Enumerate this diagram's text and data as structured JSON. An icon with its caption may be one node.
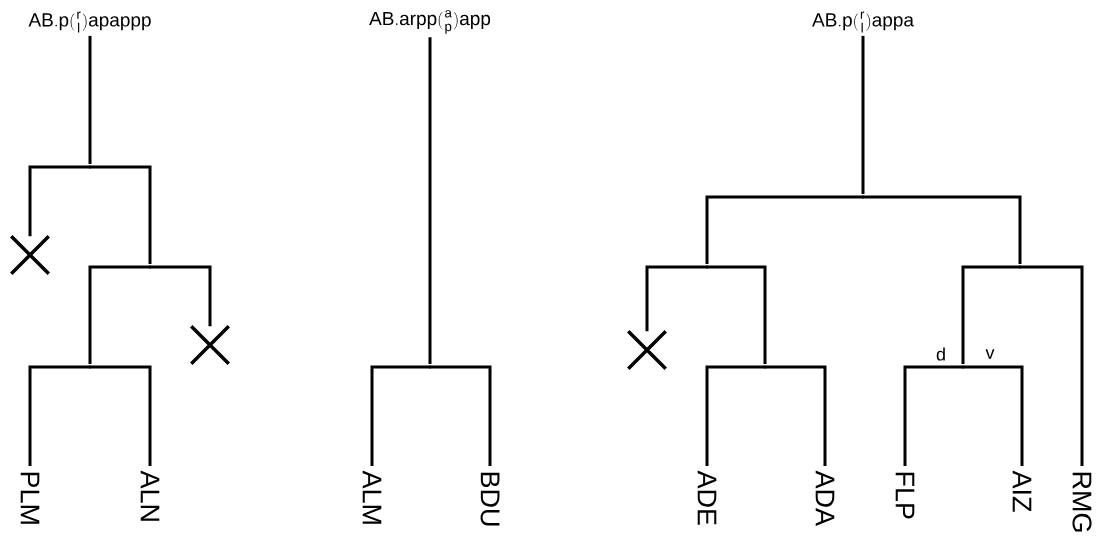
{
  "diagram": {
    "nodes": [
      {
        "text": [
          "\\mathsf{AB.p(}\\genfrac{}{}{0pt}{1}{\\mathsf{r}}{\\mathsf{l}}\\mathsf{)apappp}"
        ]
      },
      {
        "text": [],
        "shape": "point"
      },
      {
        "text": [],
        "shape": "cross"
      },
      {
        "text": [],
        "shape": "point"
      },
      {
        "text": [],
        "shape": "point"
      },
      {
        "text": [
          "PLM"
        ]
      },
      {
        "text": [
          "ALN"
        ]
      },
      {
        "text": [],
        "shape": "cross"
      },
      {
        "text": [
          "\\mathsf{AB.arpp(}\\genfrac{}{}{0pt}{1}{\\mathsf{a}}{\\mathsf{p}}\\mathsf{)app}"
        ]
      },
      {
        "text": [],
        "shape": "point"
      },
      {
        "text": [
          "ALM"
        ]
      },
      {
        "text": [
          "BDU"
        ]
      },
      {
        "text": [
          "\\mathsf{AB.p(}\\genfrac{}{}{0pt}{1}{\\mathsf{r}}{\\mathsf{l}}\\mathsf{)appa}"
        ]
      },
      {
        "text": [],
        "shape": "point"
      },
      {
        "text": [],
        "shape": "point"
      },
      {
        "text": [],
        "shape": "cross"
      },
      {
        "text": [],
        "shape": "point"
      },
      {
        "text": [
          "ADE"
        ]
      },
      {
        "text": [
          "ADA"
        ]
      },
      {
        "text": [],
        "shape": "point"
      },
      {
        "text": [],
        "shape": "point",
        "beside": [
          "d",
          "v"
        ]
      },
      {
        "text": [
          "FLP"
        ]
      },
      {
        "text": [
          "AIZ"
        ]
      },
      {
        "text": [
          "RMG"
        ]
      }
    ],
    "edges": [
      {
        "from": 0,
        "to": 1,
        "arrow": "none"
      },
      {
        "from": 1,
        "to": 2,
        "arrow": "none"
      },
      {
        "from": 1,
        "to": 3,
        "arrow": "none"
      },
      {
        "from": 3,
        "to": 4,
        "arrow": "none"
      },
      {
        "from": 4,
        "to": 5,
        "arrow": "none"
      },
      {
        "from": 4,
        "to": 6,
        "arrow": "none"
      },
      {
        "from": 3,
        "to": 7,
        "arrow": "none"
      },
      {
        "from": 8,
        "to": 9,
        "arrow": "none"
      },
      {
        "from": 9,
        "to": 10,
        "arrow": "none"
      },
      {
        "from": 9,
        "to": 11,
        "arrow": "none"
      },
      {
        "from": 12,
        "to": 13,
        "arrow": "none"
      },
      {
        "from": 13,
        "to": 14,
        "arrow": "none"
      },
      {
        "from": 13,
        "to": 19,
        "arrow": "none"
      },
      {
        "from": 14,
        "to": 15,
        "arrow": "none"
      },
      {
        "from": 14,
        "to": 16,
        "arrow": "none"
      },
      {
        "from": 16,
        "to": 17,
        "arrow": "none"
      },
      {
        "from": 16,
        "to": 18,
        "arrow": "none"
      },
      {
        "from": 19,
        "to": 20,
        "arrow": "none"
      },
      {
        "from": 19,
        "to": 23,
        "arrow": "none"
      },
      {
        "from": 20,
        "to": 21,
        "arrow": "none"
      },
      {
        "from": 20,
        "to": 22,
        "arrow": "none"
      }
    ]
  }
}
